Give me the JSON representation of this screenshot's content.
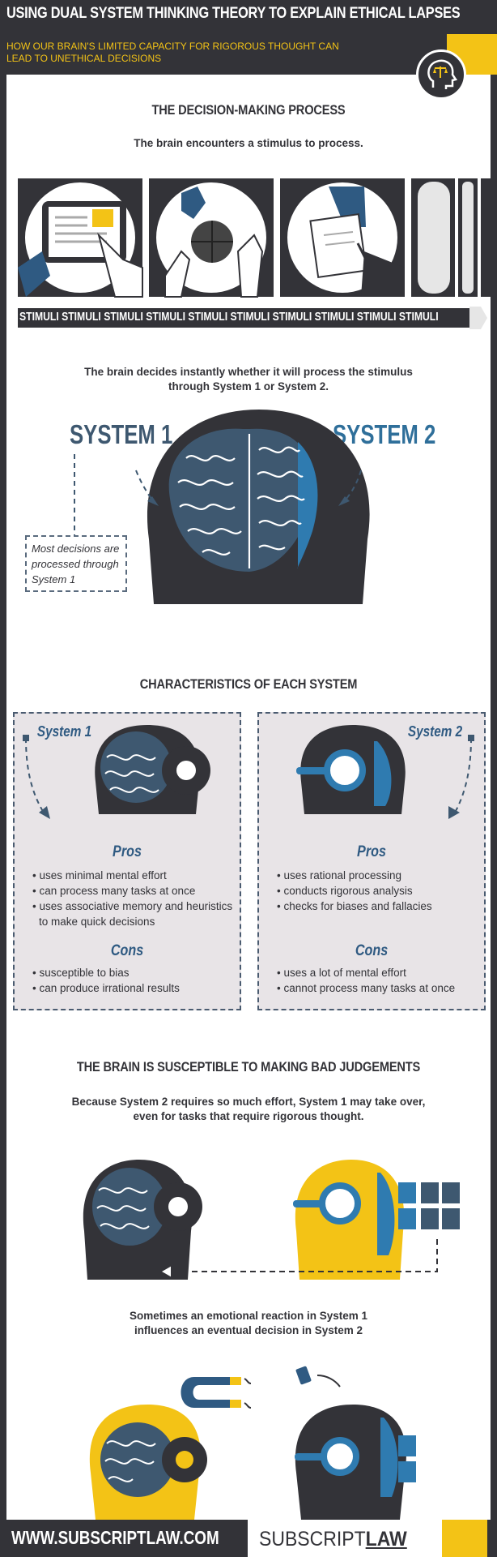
{
  "header": {
    "title": "USING DUAL SYSTEM THINKING THEORY TO EXPLAIN ETHICAL LAPSES",
    "subtitle": "HOW OUR BRAIN'S LIMITED CAPACITY FOR RIGOROUS THOUGHT CAN LEAD TO UNETHICAL DECISIONS",
    "logo_icon": "head-with-scales-icon"
  },
  "decision_process": {
    "title": "THE DECISION-MAKING PROCESS",
    "intro": "The brain encounters a stimulus to process.",
    "stimuli_text": "STIMULI STIMULI STIMULI STIMULI STIMULI STIMULI STIMULI STIMULI STIMULI STIMULI",
    "decision_text_1": "The brain decides instantly whether it will process the stimulus",
    "decision_text_2": "through System 1 or System 2.",
    "system1_label": "SYSTEM 1",
    "system2_label": "SYSTEM 2",
    "note": "Most decisions are processed through System 1"
  },
  "characteristics": {
    "title": "CHARACTERISTICS OF EACH SYSTEM",
    "system1": {
      "label": "System 1",
      "pros_heading": "Pros",
      "pros": [
        "uses minimal mental effort",
        "can process many tasks at once",
        "uses associative memory and heuristics to make quick decisions"
      ],
      "cons_heading": "Cons",
      "cons": [
        "susceptible to bias",
        "can produce irrational results"
      ]
    },
    "system2": {
      "label": "System 2",
      "pros_heading": "Pros",
      "pros": [
        "uses rational processing",
        "conducts rigorous analysis",
        "checks for biases and fallacies"
      ],
      "cons_heading": "Cons",
      "cons": [
        "uses a lot of mental effort",
        "cannot process many tasks at once"
      ]
    }
  },
  "judgements": {
    "title": "THE BRAIN IS SUSCEPTIBLE TO MAKING BAD JUDGEMENTS",
    "text_1": "Because System 2 requires so much effort, System 1 may take over,",
    "text_2": "even for tasks that require rigorous thought.",
    "text_3": "Sometimes an emotional reaction in System 1",
    "text_4": "influences an eventual decision in System 2"
  },
  "footer": {
    "url": "WWW.SUBSCRIPTLAW.COM",
    "brand_light": "SUBSCRIPT",
    "brand_bold": "LAW"
  },
  "colors": {
    "dark": "#333338",
    "yellow": "#f3c316",
    "blue": "#2f5a82",
    "brain": "#3e5870"
  }
}
